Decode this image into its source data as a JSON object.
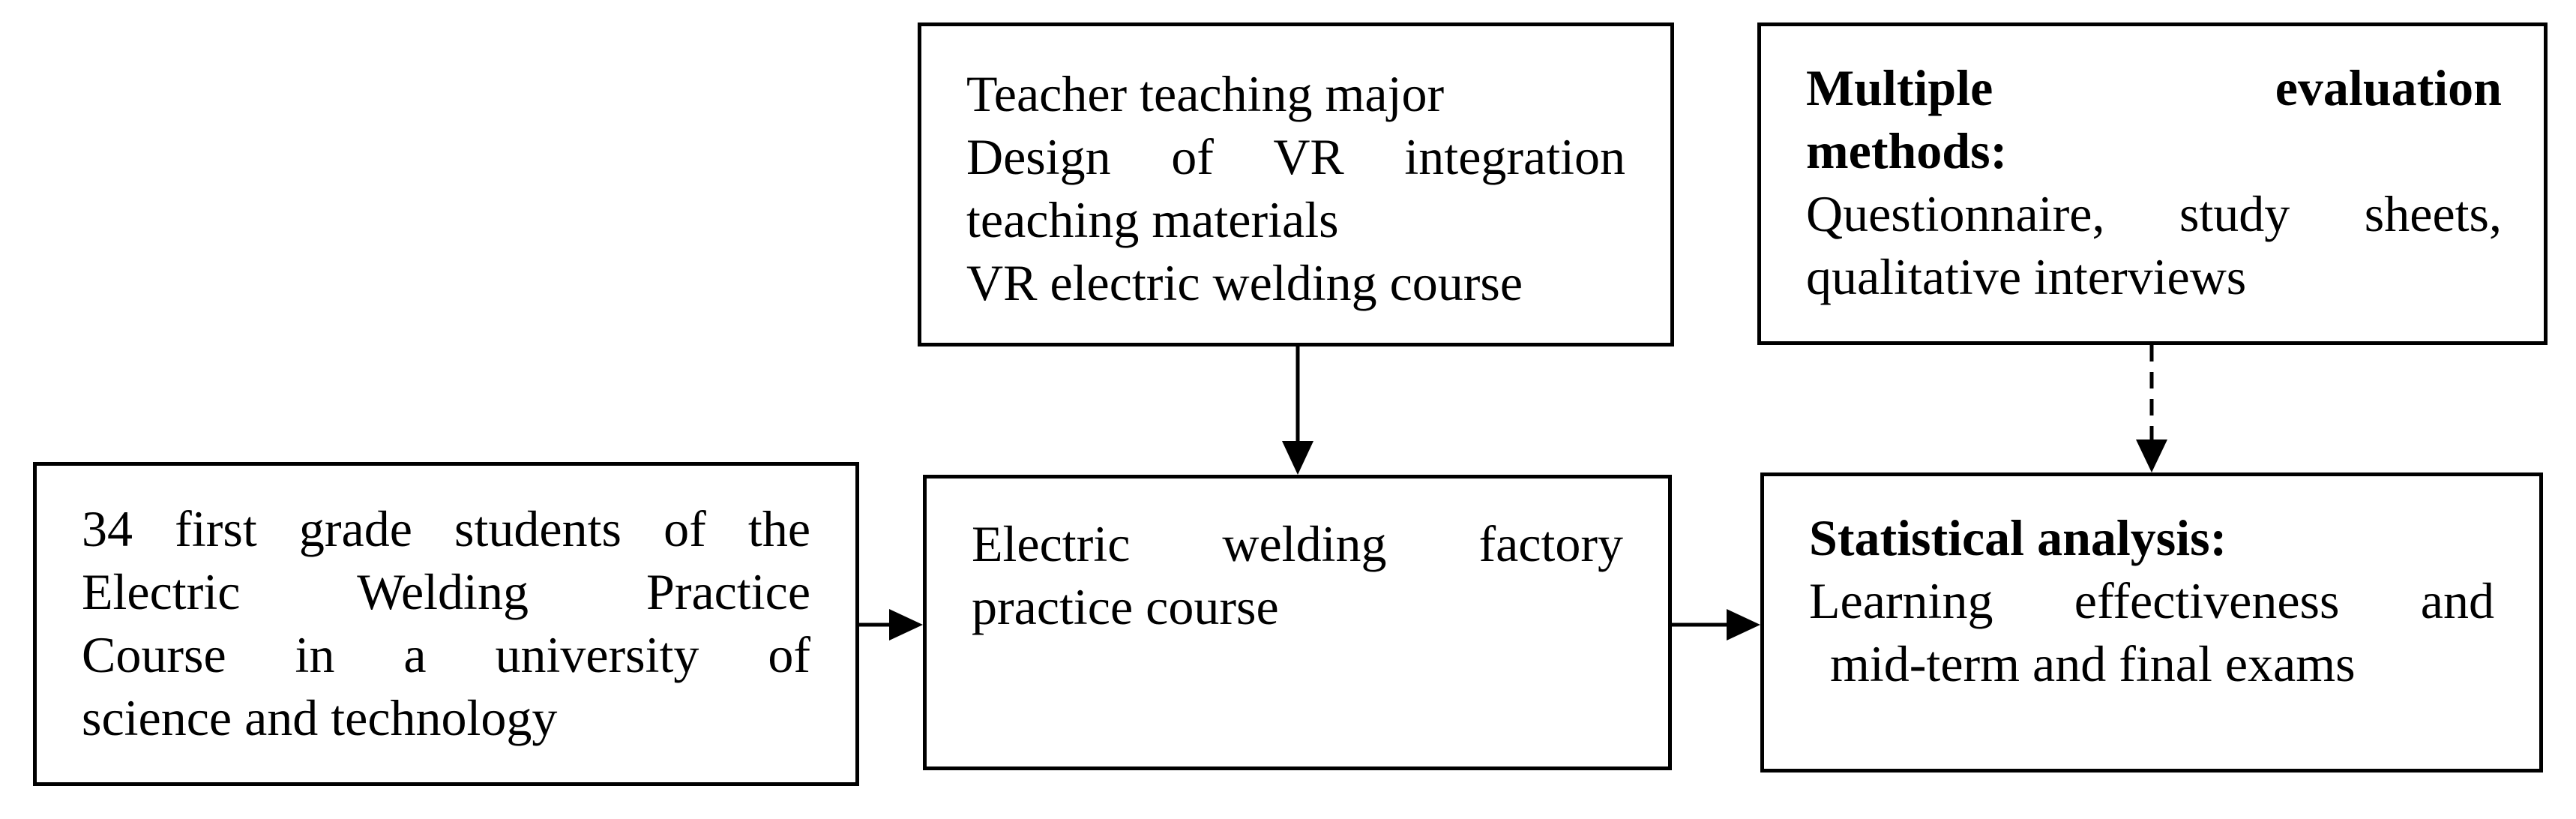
{
  "teacher_box": {
    "lines": [
      "Teacher teaching major",
      "Design of VR integration",
      "teaching materials",
      "VR electric welding course"
    ]
  },
  "evaluation_box": {
    "heading_word1": "Multiple",
    "heading_word2": "evaluation",
    "heading_line2": "methods:",
    "body_line1": "Questionnaire, study sheets,",
    "body_line2": "qualitative interviews"
  },
  "students_box": {
    "lines": [
      "34 first grade students of the",
      "Electric Welding Practice",
      "Course in a university of",
      "science and technology"
    ]
  },
  "course_box": {
    "line1": "Electric welding factory",
    "line2": "practice course"
  },
  "analysis_box": {
    "heading": "Statistical analysis:",
    "line1": "Learning effectiveness and",
    "line2": "mid-term and final exams"
  }
}
